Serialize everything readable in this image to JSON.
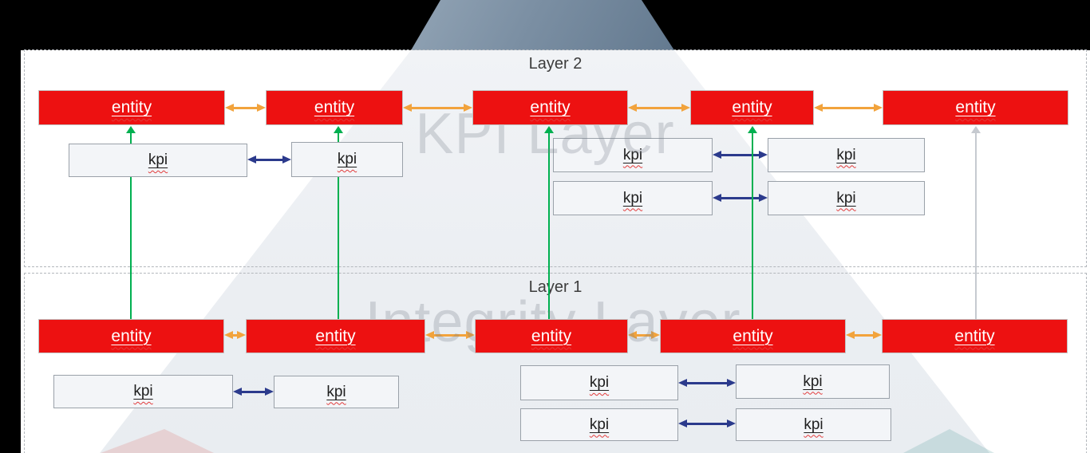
{
  "colors": {
    "entity_fill": "#ED1111",
    "kpi_fill": "#f3f5f8",
    "arrow_orange": "#F2A33C",
    "arrow_blue": "#2B3A8C",
    "arrow_green": "#00B050",
    "arrow_gray": "#C6CAD0",
    "pyramid_apex": "#7b8fa3",
    "pyramid_body": "#edf0f4",
    "background_band": "#000000"
  },
  "layers": [
    {
      "id": "layer2",
      "title": "Layer 2",
      "watermark": "KPI Layer",
      "entities": [
        {
          "label": "entity"
        },
        {
          "label": "entity"
        },
        {
          "label": "entity"
        },
        {
          "label": "entity"
        },
        {
          "label": "entity"
        }
      ],
      "kpis": [
        {
          "label": "kpi"
        },
        {
          "label": "kpi"
        },
        {
          "label": "kpi"
        },
        {
          "label": "kpi"
        },
        {
          "label": "kpi"
        },
        {
          "label": "kpi"
        }
      ]
    },
    {
      "id": "layer1",
      "title": "Layer 1",
      "watermark": "Integrity Layer",
      "entities": [
        {
          "label": "entity"
        },
        {
          "label": "entity"
        },
        {
          "label": "entity"
        },
        {
          "label": "entity"
        },
        {
          "label": "entity"
        }
      ],
      "kpis": [
        {
          "label": "kpi"
        },
        {
          "label": "kpi"
        },
        {
          "label": "kpi"
        },
        {
          "label": "kpi"
        },
        {
          "label": "kpi"
        },
        {
          "label": "kpi"
        }
      ]
    }
  ]
}
